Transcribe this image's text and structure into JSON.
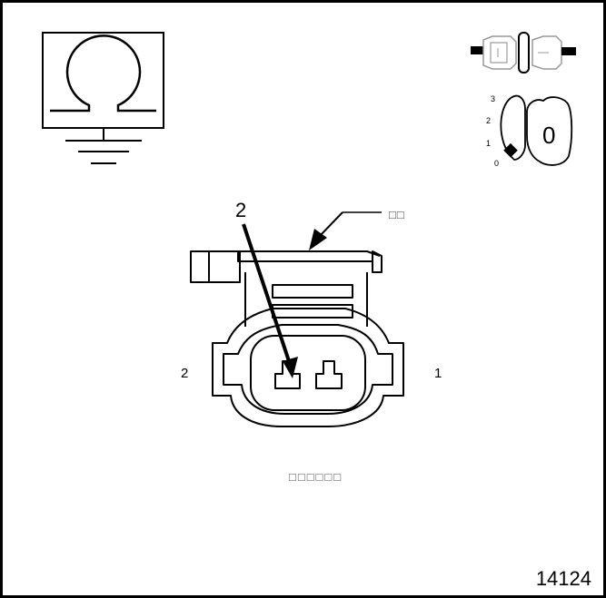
{
  "figure": {
    "id_number": "14124",
    "callout_number": "2",
    "pin_left": "2",
    "pin_right": "1",
    "top_label": "□□",
    "bottom_label": "□□□□□□"
  },
  "ignition": {
    "key_position": "0",
    "positions": [
      "3",
      "2",
      "1",
      "0"
    ]
  },
  "icons": {
    "ohmmeter": "ohm-symbol-icon",
    "ground": "ground-icon",
    "connector": "disconnected-connector-icon",
    "ignition": "ignition-key-icon"
  }
}
